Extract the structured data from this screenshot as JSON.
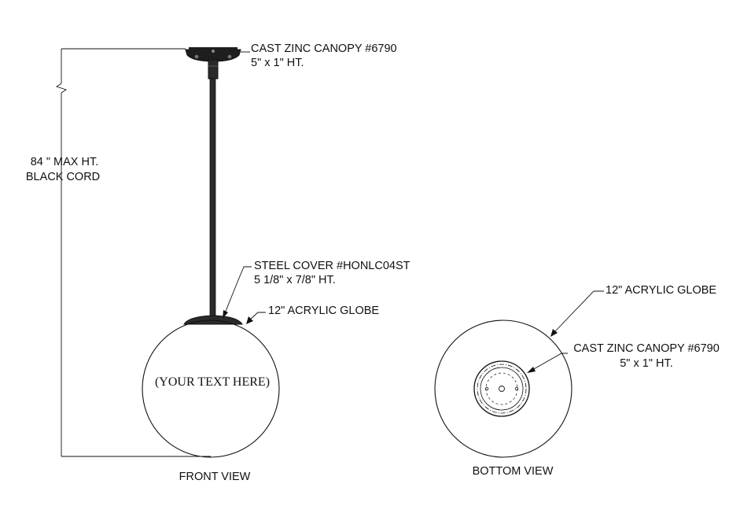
{
  "drawing": {
    "front_view": {
      "title": "FRONT VIEW",
      "height_label": [
        "84 \" MAX HT.",
        "BLACK CORD"
      ],
      "canopy_label": [
        "CAST ZINC CANOPY #6790",
        "5\" x 1\" HT."
      ],
      "cover_label": [
        "STEEL COVER #HONLC04ST",
        "5 1/8\" x 7/8\" HT."
      ],
      "globe_label": "12\" ACRYLIC GLOBE",
      "globe_text": "(YOUR TEXT HERE)"
    },
    "bottom_view": {
      "title": "BOTTOM VIEW",
      "globe_label": "12\" ACRYLIC GLOBE",
      "canopy_label": [
        "CAST ZINC CANOPY #6790",
        "5\" x 1\" HT."
      ]
    }
  }
}
